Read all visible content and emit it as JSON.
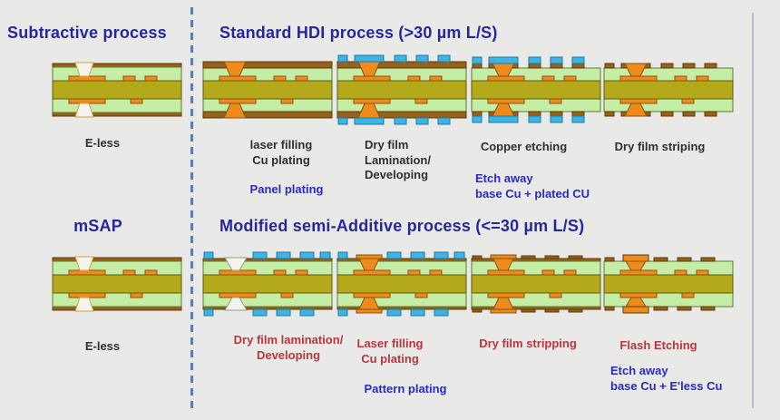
{
  "colors": {
    "background": "#e9e9e7",
    "title_navy": "#27279c",
    "label_black": "#2f2f2f",
    "label_blue": "#2a2ac4",
    "label_red": "#b5373f",
    "separator_blue": "#5b80ad",
    "edge_line": "#b8c0ca",
    "core_olive": "#b4a81b",
    "core_outline": "#5f5a10",
    "prepreg_green": "#c5eda6",
    "green_outline": "#5c7a2e",
    "copper_orange": "#ee8b1d",
    "orange_outline": "#8a5410",
    "foil_brown": "#96621b",
    "brown_outline": "#5a3a0c",
    "dry_film_blue": "#3fb3e2",
    "blue_outline": "#1c7aa8",
    "via_white": "#f4f4ef",
    "white_via_edge": "#d9a13a",
    "open_via_edge": "#9a9a92"
  },
  "sections": {
    "subtractive": {
      "title": "Subtractive process",
      "steps": [
        {
          "label": "E-less",
          "board": "eless"
        }
      ]
    },
    "standard_hdi": {
      "title": "Standard HDI process (>30 µm L/S)",
      "steps": [
        {
          "label": "laser filling\nCu plating",
          "note": "Panel plating",
          "board": "hdi-panel-plated"
        },
        {
          "label": "Dry film\nLamination/\nDeveloping",
          "board": "hdi-dry-film"
        },
        {
          "label": "Copper etching",
          "note": "Etch away\nbase Cu + plated CU",
          "board": "hdi-copper-etched"
        },
        {
          "label": "Dry film striping",
          "board": "hdi-film-stripped"
        }
      ]
    },
    "msap": {
      "title": "mSAP",
      "steps": [
        {
          "label": "E-less",
          "board": "eless"
        }
      ]
    },
    "modified_semi_additive": {
      "title": "Modified semi-Additive process (<=30 µm L/S)",
      "steps": [
        {
          "label": "Dry film lamination/\nDeveloping",
          "board": "msap-dry-film"
        },
        {
          "label": "Laser filling\nCu plating",
          "note": "Pattern plating",
          "board": "msap-pattern-plated"
        },
        {
          "label": "Dry film stripping",
          "board": "msap-film-stripped"
        },
        {
          "label": "Flash Etching",
          "note": "Etch away\nbase Cu + E'less Cu",
          "board": "msap-flash-etched"
        }
      ]
    }
  }
}
